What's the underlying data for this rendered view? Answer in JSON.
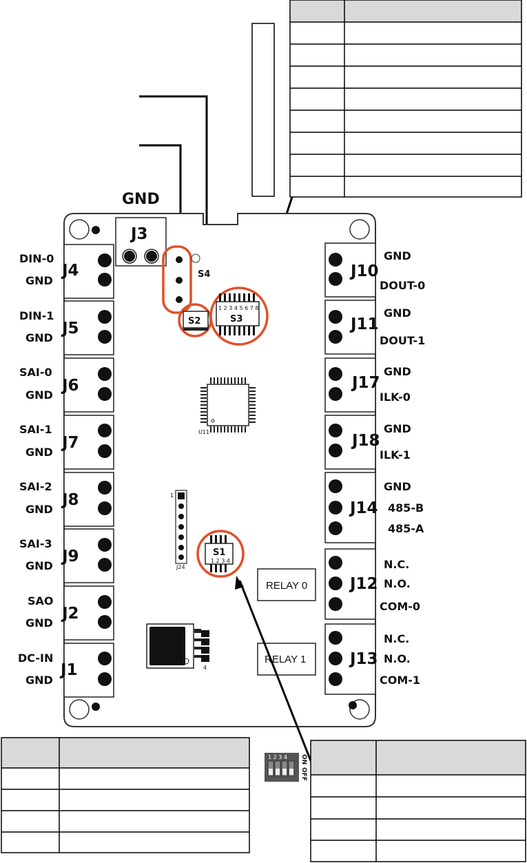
{
  "labels": {
    "gnd_top": "GND",
    "s4": "S4",
    "s2": "S2",
    "s3": "S3",
    "s1": "S1",
    "s3_pins": "1 2 3 4 5 6 7 8",
    "s1_pins": "1 2 3 4",
    "u11": "U11",
    "j24": "J24",
    "pin1": "1",
    "reg_pin": "4",
    "dip_nums": "1 2 3 4",
    "dip_on": "ON",
    "dip_off": "OFF",
    "relay0": "RELAY 0",
    "relay1": "RELAY 1"
  },
  "left_connectors": [
    {
      "id": "J3",
      "top": "",
      "bottom": ""
    },
    {
      "id": "J4",
      "top": "DIN-0",
      "bottom": "GND"
    },
    {
      "id": "J5",
      "top": "DIN-1",
      "bottom": "GND"
    },
    {
      "id": "J6",
      "top": "SAI-0",
      "bottom": "GND"
    },
    {
      "id": "J7",
      "top": "SAI-1",
      "bottom": "GND"
    },
    {
      "id": "J8",
      "top": "SAI-2",
      "bottom": "GND"
    },
    {
      "id": "J9",
      "top": "SAI-3",
      "bottom": "GND"
    },
    {
      "id": "J2",
      "top": "SAO",
      "bottom": "GND"
    },
    {
      "id": "J1",
      "top": "DC-IN",
      "bottom": "GND"
    }
  ],
  "right_connectors": [
    {
      "id": "J10",
      "top": "GND",
      "bottom": "DOUT-0"
    },
    {
      "id": "J11",
      "top": "GND",
      "bottom": "DOUT-1"
    },
    {
      "id": "J17",
      "top": "GND",
      "bottom": "ILK-0"
    },
    {
      "id": "J18",
      "top": "GND",
      "bottom": "ILK-1"
    },
    {
      "id": "J14",
      "top": "GND",
      "mid": "485-B",
      "bottom": "485-A"
    },
    {
      "id": "J12",
      "top": "N.C.",
      "mid": "N.O.",
      "bottom": "COM-0"
    },
    {
      "id": "J13",
      "top": "N.C.",
      "mid": "N.O.",
      "bottom": "COM-1"
    }
  ],
  "colors": {
    "highlight": "#e0502a",
    "table_header": "#d9d9d9",
    "ink": "#111111"
  }
}
